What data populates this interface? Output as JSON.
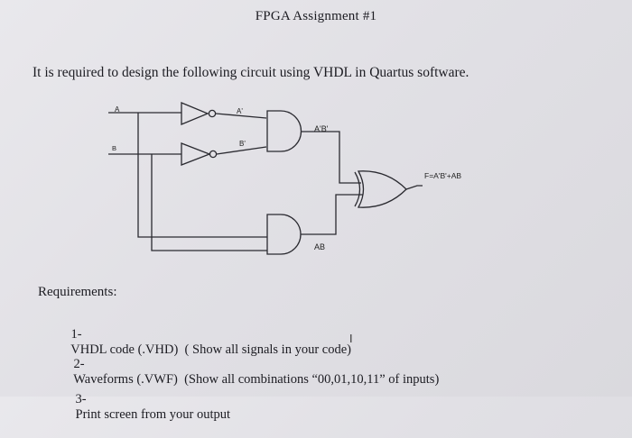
{
  "title": "FPGA Assignment #1",
  "intro": "It is required to design the following circuit using VHDL in Quartus software.",
  "diagram": {
    "label_a": "A",
    "label_b": "B",
    "label_a_not": "A'",
    "label_b_not": "B'",
    "label_and1": "A'B'",
    "label_and2": "AB",
    "label_out": "F=A'B'+AB"
  },
  "requirements": {
    "heading": "Requirements:",
    "items": [
      {
        "num": "1-",
        "text": "VHDL code (.VHD)  ( Show all signals in your code)"
      },
      {
        "num": "2-",
        "text": "Waveforms (.VWF)  (Show all combinations “00,01,10,11” of inputs)"
      },
      {
        "num": "3-",
        "text": "Print screen from your output"
      }
    ]
  },
  "cursor_icon": "text-cursor-icon"
}
